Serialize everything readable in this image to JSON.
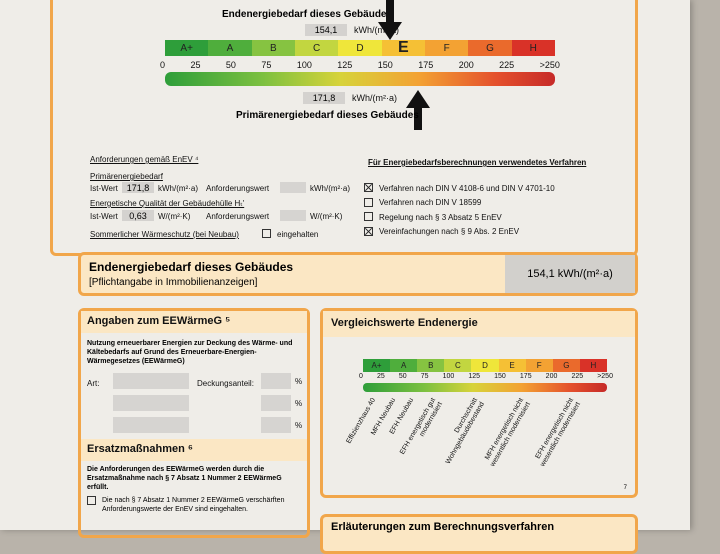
{
  "top": {
    "end_title": "Endenergiebedarf dieses Gebäudes",
    "end_value": "154,1",
    "end_unit": "kWh/(m²·a)",
    "prim_value": "171,8",
    "prim_unit": "kWh/(m²·a)",
    "prim_title": "Primärenergiebedarf dieses Gebäudes",
    "classes": [
      "A+",
      "A",
      "B",
      "C",
      "D",
      "E",
      "F",
      "G",
      "H"
    ],
    "ticks": [
      "0",
      "25",
      "50",
      "75",
      "100",
      "125",
      "150",
      "175",
      "200",
      "225",
      ">250"
    ],
    "class_colors": [
      "#2e9e3a",
      "#4fae3c",
      "#86c341",
      "#c2d640",
      "#efe63a",
      "#f5c035",
      "#f3a233",
      "#ea6a2c",
      "#d93228"
    ]
  },
  "requirements": {
    "title": "Anforderungen gemäß EnEV ⁴",
    "prim_label": "Primärenergiebedarf",
    "ist": "Ist-Wert",
    "ist_prim_value": "171,8",
    "ist_prim_unit": "kWh/(m²·a)",
    "anf": "Anforderungswert",
    "anf_prim_unit": "kWh/(m²·a)",
    "huelle_label": "Energetische Qualität der Gebäudehülle Hₜ'",
    "ist_h_value": "0,63",
    "ist_h_unit": "W/(m²·K)",
    "anf_h_unit": "W/(m²·K)",
    "summer": "Sommerlicher Wärmeschutz (bei Neubau)",
    "summer_opt": "eingehalten"
  },
  "methods": {
    "title": "Für Energiebedarfsberechnungen verwendetes Verfahren",
    "items": [
      {
        "label": "Verfahren nach DIN V 4108-6 und DIN V 4701-10",
        "checked": true
      },
      {
        "label": "Verfahren nach DIN V 18599",
        "checked": false
      },
      {
        "label": "Regelung nach § 3 Absatz 5 EnEV",
        "checked": false
      },
      {
        "label": "Vereinfachungen nach § 9 Abs. 2 EnEV",
        "checked": true
      }
    ]
  },
  "endbox": {
    "title": "Endenergiebedarf dieses Gebäudes",
    "sub": "[Pflichtangabe in Immobilienanzeigen]",
    "value": "154,1 kWh/(m²·a)"
  },
  "ewg": {
    "title": "Angaben zum EEWärmeG ⁵",
    "desc": "Nutzung erneuerbarer Energien zur Deckung des Wärme- und Kältebedarfs auf Grund des Erneuerbare-Energien-Wärmegesetzes (EEWärmeG)",
    "art": "Art:",
    "deck": "Deckungsanteil:",
    "pct": "%",
    "ersatz_title": "Ersatzmaßnahmen ⁶",
    "ersatz_desc": "Die Anforderungen des EEWärmeG werden durch die Ersatzmaßnahme nach § 7 Absatz 1 Nummer 2 EEWärmeG erfüllt.",
    "ersatz_opt": "Die nach § 7 Absatz 1 Nummer 2 EEWärmeG verschärften Anforderungswerte der EnEV sind eingehalten."
  },
  "compare": {
    "title": "Vergleichswerte Endenergie",
    "footnote": "7",
    "labels": [
      "Effizienzhaus 40",
      "MFH Neubau",
      "EFH Neubau",
      "EFH energetisch gut modernisiert",
      "Durchschnitt Wohngebäudebestand",
      "MFH energetisch nicht wesentlich modernisiert",
      "EFH energetisch nicht wesentlich modernisiert"
    ]
  },
  "bottom": {
    "title": "Erläuterungen zum Berechnungsverfahren"
  }
}
